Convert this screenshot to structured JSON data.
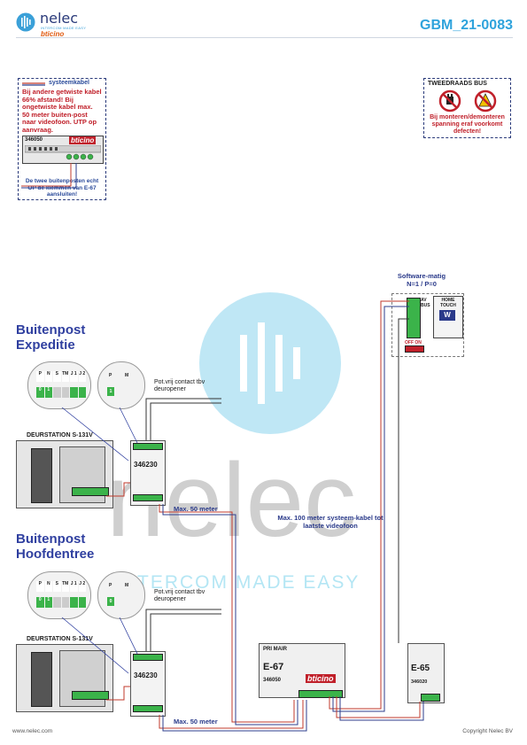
{
  "header": {
    "brand": "nelec",
    "brand_tagline": "INTERCOM MADE EASY",
    "partner": "bticino",
    "doc_number": "GBM_21-0083"
  },
  "note_left": {
    "legend": "systeemkabel",
    "red_text": "Bij andere getwiste kabel 66% afstand! Bij ongetwiste kabel max. 50 meter buiten-post naar videofoon. UTP op aanvraag.",
    "module_label": "346050",
    "module_brand": "bticino",
    "blue_text": "De twee buitenposten echt OP de klemmen van E-67 aansluiten!"
  },
  "note_right": {
    "title": "TWEEDRAADS BUS",
    "red_text": "Bij monteren/demonteren spanning eraf voorkomt defecten!"
  },
  "software": {
    "line1": "Software-matig",
    "line2": "N=1 / P=0"
  },
  "home_touch": {
    "label": "HOME TOUCH",
    "badge": "W",
    "bus_label": "AV BUS",
    "switch_label": "OFF ON"
  },
  "stations": [
    {
      "title": "Buitenpost Expeditie",
      "station_label": "DEURSTATION S-131V",
      "module": "346230",
      "contact_label": "Pot.vrij contact tbv deuropener",
      "dip_labels": [
        "P",
        "N",
        "S",
        "TM",
        "J 1",
        "J 2"
      ],
      "dip_values": [
        "0",
        "1",
        "",
        "",
        "",
        ""
      ],
      "small_dip": [
        "P",
        "M"
      ],
      "small_dip_value": "1",
      "distance": "Max. 50 meter"
    },
    {
      "title": "Buitenpost Hoofdentree",
      "station_label": "DEURSTATION S-131V",
      "module": "346230",
      "contact_label": "Pot.vrij contact tbv deuropener",
      "dip_labels": [
        "P",
        "N",
        "S",
        "TM",
        "J 1",
        "J 2"
      ],
      "dip_values": [
        "0",
        "1",
        "",
        "",
        "",
        ""
      ],
      "small_dip": [
        "P",
        "M"
      ],
      "small_dip_value": "0",
      "distance": "Max. 50 meter"
    }
  ],
  "system_cable_note": "Max. 100 meter systeem-kabel tot laatste videofoon",
  "e67": {
    "label": "E-67",
    "top_label": "PRI MAIR",
    "brand": "bticino",
    "code": "346050"
  },
  "e65": {
    "label": "E-65",
    "code": "346020"
  },
  "watermark": {
    "word": "nelec",
    "tagline": "INTERCOM MADE EASY"
  },
  "footer": {
    "left": "www.nelec.com",
    "right": "Copyright Nelec BV"
  },
  "colors": {
    "brand_blue": "#2a3a7a",
    "accent_cyan": "#2fa3dc",
    "warning_red": "#c0202a",
    "wire_red": "#c0392b",
    "wire_blue": "#2c3e8c",
    "wire_dark": "#333333"
  }
}
